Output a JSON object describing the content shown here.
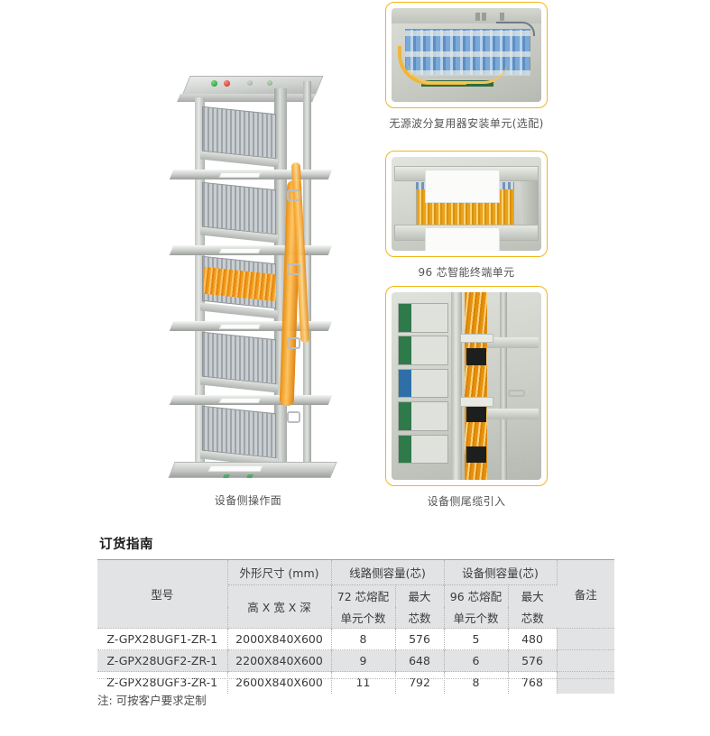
{
  "gallery": {
    "main": {
      "caption": "设备侧操作面",
      "alt": "光纤配线架整机 设备侧操作面"
    },
    "thumbnails": [
      {
        "caption": "无源波分复用器安装单元(选配)",
        "alt": "无源波分复用器安装单元"
      },
      {
        "caption": "96 芯智能终端单元",
        "alt": "96芯智能终端单元"
      },
      {
        "caption": "设备侧尾缆引入",
        "alt": "设备侧尾缆引入"
      }
    ],
    "accent_color": "#f2b617"
  },
  "order_guide": {
    "title": "订货指南",
    "header": {
      "model": "型号",
      "dimension_main": "外形尺寸 (mm)",
      "dimension_sub": "高 X 宽 X 深",
      "line_side": "线路侧容量(芯)",
      "equip_side": "设备侧容量(芯)",
      "remark": "备注",
      "line_unit_l1": "72 芯熔配",
      "line_unit_l2": "单元个数",
      "line_max_l1": "最大",
      "line_max_l2": "芯数",
      "equip_unit_l1": "96 芯熔配",
      "equip_unit_l2": "单元个数",
      "equip_max_l1": "最大",
      "equip_max_l2": "芯数"
    },
    "rows": [
      {
        "model": "Z-GPX28UGF1-ZR-1",
        "dimension": "2000X840X600",
        "line_units": "8",
        "line_max": "576",
        "equip_units": "5",
        "equip_max": "480",
        "remark": ""
      },
      {
        "model": "Z-GPX28UGF2-ZR-1",
        "dimension": "2200X840X600",
        "line_units": "9",
        "line_max": "648",
        "equip_units": "6",
        "equip_max": "576",
        "remark": ""
      },
      {
        "model": "Z-GPX28UGF3-ZR-1",
        "dimension": "2600X840X600",
        "line_units": "11",
        "line_max": "792",
        "equip_units": "8",
        "equip_max": "768",
        "remark": ""
      }
    ],
    "note": "注: 可按客户要求定制"
  }
}
